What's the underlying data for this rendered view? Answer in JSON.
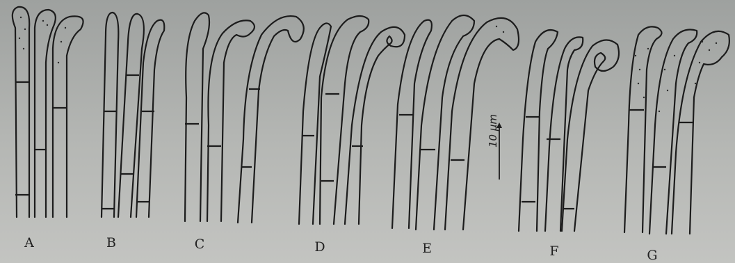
{
  "panels": [
    {
      "id": "A",
      "label": "A"
    },
    {
      "id": "B",
      "label": "B"
    },
    {
      "id": "C",
      "label": "C"
    },
    {
      "id": "D",
      "label": "D"
    },
    {
      "id": "E",
      "label": "E"
    },
    {
      "id": "F",
      "label": "F"
    },
    {
      "id": "G",
      "label": "G"
    }
  ],
  "scale_bar": {
    "text": "10 µm"
  },
  "colors": {
    "ink": "#1c1c1c",
    "paper": "#a9aba8"
  }
}
